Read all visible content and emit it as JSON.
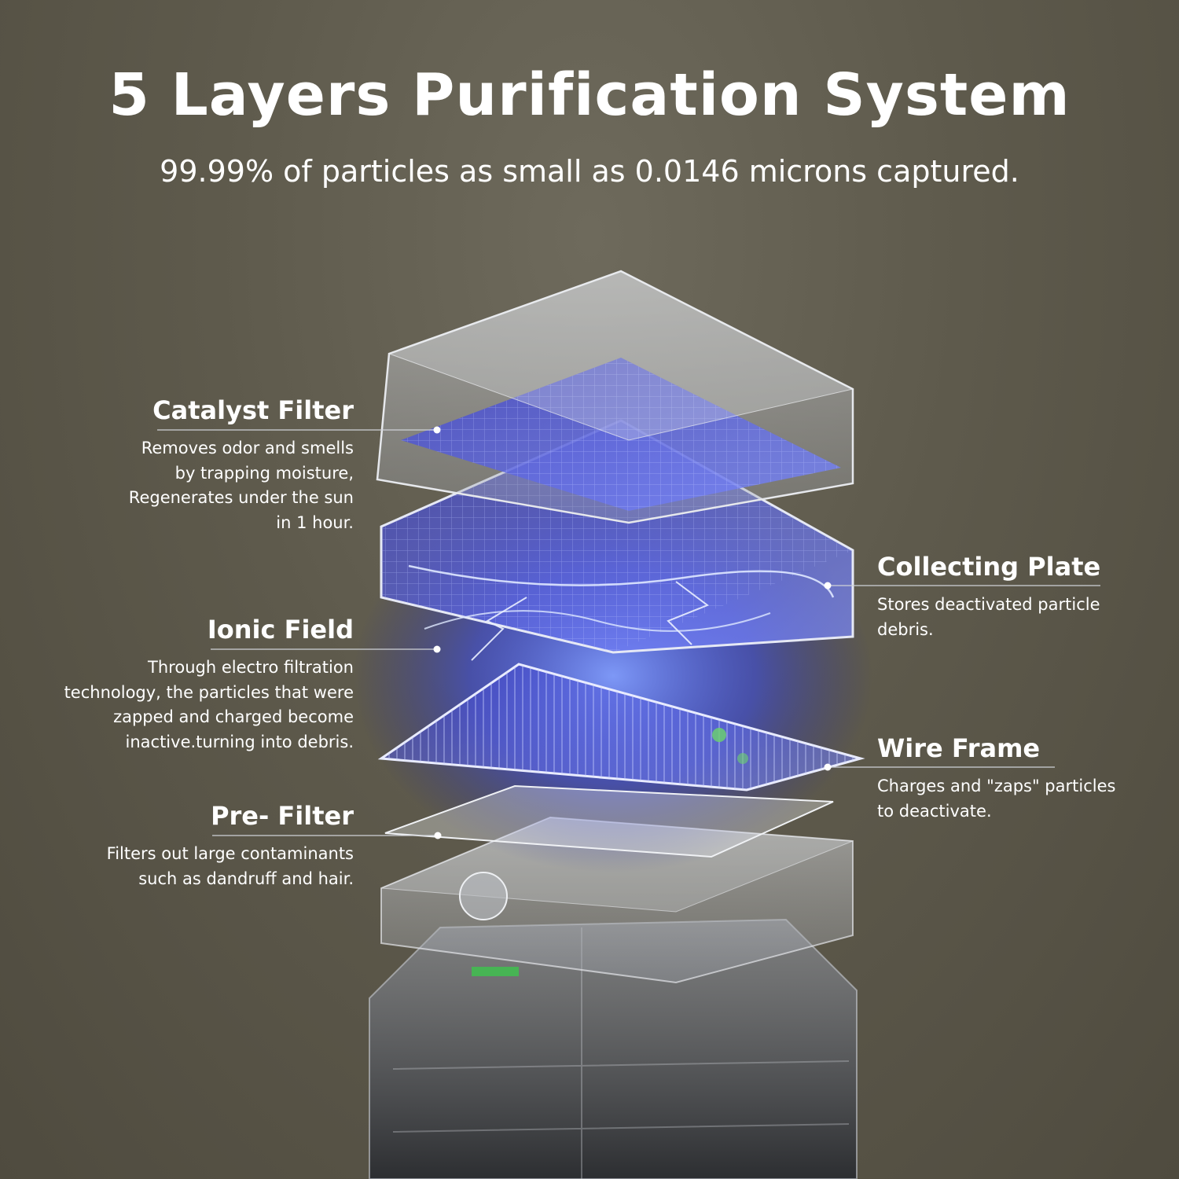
{
  "title": "5 Layers Purification System",
  "subtitle": "99.99% of particles as small as 0.0146 microns captured.",
  "colors": {
    "background": "#5e5a4c",
    "text": "#ffffff",
    "glow": "#3f5bff"
  },
  "layers": [
    {
      "name": "Catalyst Filter",
      "description": "Removes odor and smells\nby trapping moisture,\nRegenerates under the sun\nin 1 hour."
    },
    {
      "name": "Collecting Plate",
      "description": "Stores deactivated particle\ndebris."
    },
    {
      "name": "Ionic Field",
      "description": "Through electro filtration\ntechnology, the particles that were\nzapped and charged become\ninactive.turning into debris."
    },
    {
      "name": "Wire Frame",
      "description": "Charges and \"zaps\" particles\nto deactivate."
    },
    {
      "name": "Pre- Filter",
      "description": "Filters out large contaminants\nsuch as dandruff and hair."
    }
  ]
}
